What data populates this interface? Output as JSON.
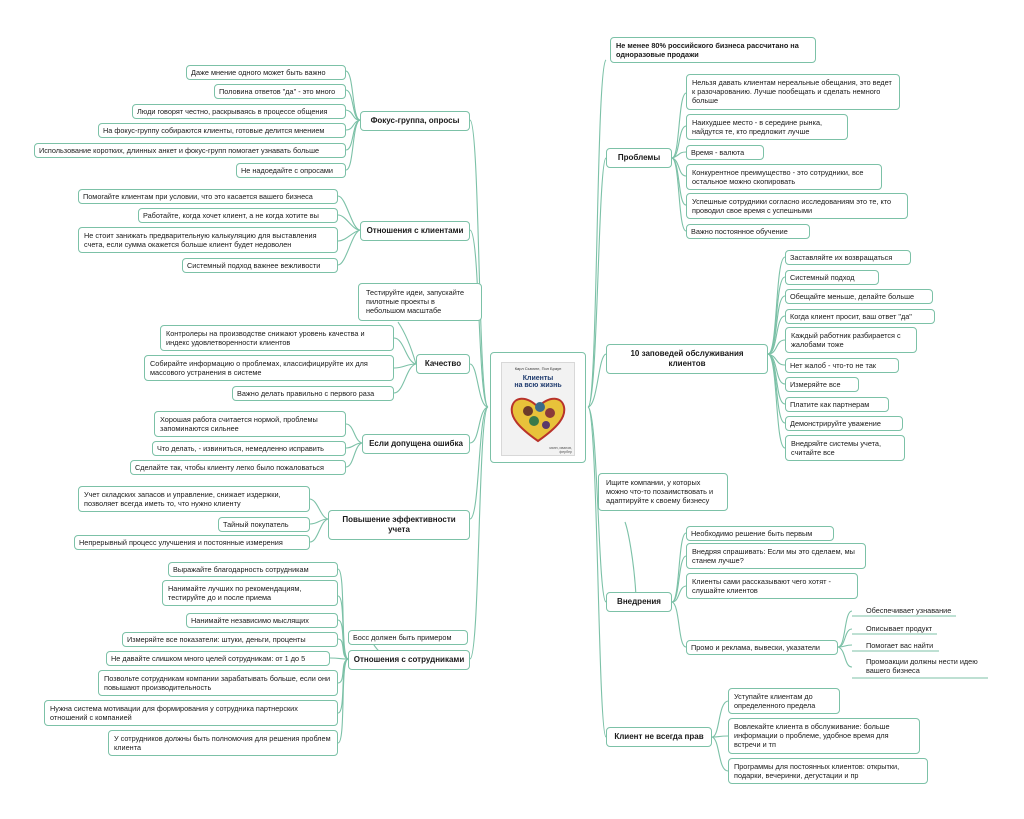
{
  "center": {
    "author": "Карл Сьюэлл, Пол Браун",
    "title_line1": "Клиенты",
    "title_line2": "на всю жизнь",
    "publisher": "манн, иванов, фербер"
  },
  "left": {
    "focus": {
      "title": "Фокус-группа, опросы",
      "items": [
        "Даже мнение одного может быть важно",
        "Половина ответов \"да\" - это много",
        "Люди говорят честно, раскрываясь в процессе общения",
        "На фокус-группу собираются клиенты, готовые делится мнением",
        "Использование коротких, длинных анкет и фокус-групп помогает узнавать больше",
        "Не надоедайте с опросами"
      ]
    },
    "relations": {
      "title": "Отношения с клиентами",
      "items": [
        "Помогайте клиентам при условии, что это касается вашего бизнеса",
        "Работайте, когда хочет клиент, а не когда хотите вы",
        "Не стоит занижать предварительную калькуляцию для выставления счета, если сумма окажется больше клиент будет недоволен",
        "Системный подход важнее вежливости"
      ]
    },
    "quality": {
      "title": "Качество",
      "note": "Тестируйте идеи, запускайте пилотные проекты в небольшом масштабе",
      "items": [
        "Контролеры на производстве снижают уровень качества и индекс удовлетворенности клиентов",
        "Собирайте информацию о проблемах, классифицируйте их для массового устранения в системе",
        "Важно делать правильно с первого раза"
      ]
    },
    "errors": {
      "title": "Если допущена ошибка",
      "items": [
        "Хорошая работа считается нормой, проблемы запоминаются сильнее",
        "Что делать, - извиниться, немедленно исправить",
        "Сделайте так, чтобы клиенту легко было пожаловаться"
      ]
    },
    "accounting": {
      "title": "Повышение эффективности учета",
      "items": [
        "Учет складских запасов и управление, снижает издержки, позволяет всегда иметь то, что нужно клиенту",
        "Тайный покупатель",
        "Непрерывный процесс улучшения и постоянные измерения"
      ]
    },
    "staff": {
      "title": "Отношения с сотрудниками",
      "note": "Босс должен быть примером",
      "items": [
        "Выражайте благодарность сотрудникам",
        "Нанимайте лучших по рекомендациям, тестируйте до и после приема",
        "Нанимайте независимо мыслящих",
        "Измеряйте все показатели: штуки, деньги, проценты",
        "Не давайте слишком много целей сотрудникам: от 1 до 5",
        "Позвольте сотрудникам компании зарабатывать больше, если они повышают производительность",
        "Нужна система мотивации для формирования у сотрудника партнерских отношений с компанией",
        "У сотрудников должны быть полномочия для решения проблем клиента"
      ]
    }
  },
  "right": {
    "top_note": "Не менее 80% российского бизнеса рассчитано на одноразовые продажи",
    "problems": {
      "title": "Проблемы",
      "items": [
        "Нельзя давать клиентам нереальные обещания, это ведет к разочарованию. Лучше пообещать и сделать немного больше",
        "Наихудшее место - в середине рынка, найдутся те, кто предложит лучше",
        "Время - валюта",
        "Конкурентное преимущество - это сотрудники, все остальное можно скопировать",
        "Успешные сотрудники согласно исследованиям это те, кто проводил свое время с успешными",
        "Важно постоянное обучение"
      ]
    },
    "commandments": {
      "title": "10 заповедей обслуживания клиентов",
      "items": [
        "Заставляйте их возвращаться",
        "Системный подход",
        "Обещайте меньше, делайте больше",
        "Когда клиент просит, ваш ответ \"да\"",
        "Каждый работник разбирается с жалобами тоже",
        "Нет жалоб - что-то не так",
        "Измеряйте все",
        "Платите как партнерам",
        "Демонстрируйте уважение",
        "Внедряйте системы учета, считайте все"
      ]
    },
    "implementation": {
      "title": "Внедрения",
      "note": "Ищите компании, у которых можно что-то позаимствовать и адаптируйте к своему бизнесу",
      "items": [
        "Необходимо решение быть первым",
        "Внедряя спрашивать: Если мы это сделаем, мы станем лучше?",
        "Клиенты сами рассказывают чего хотят - слушайте клиентов",
        "Промо и реклама, вывески, указатели"
      ],
      "promo": [
        "Обеспечивает узнавание",
        "Описывает продукт",
        "Помогает вас найти",
        "Промоакции должны нести идею вашего бизнеса"
      ]
    },
    "client": {
      "title": "Клиент не всегда прав",
      "items": [
        "Уступайте клиентам до определенного предела",
        "Вовлекайте клиента в обслуживание: больше информации о проблеме, удобное время для встречи и тп",
        "Программы для постоянных клиентов: открытки, подарки, вечеринки, дегустации и пр"
      ]
    }
  },
  "colors": {
    "line": "#7cc1a7",
    "border": "#7cc1a7",
    "text": "#1a1a1a",
    "book_title": "#1f3b6e"
  }
}
